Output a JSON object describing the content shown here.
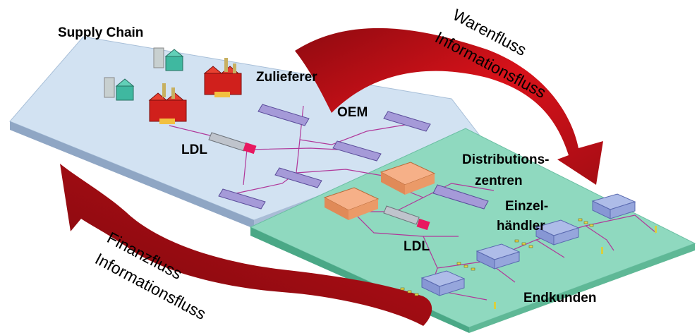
{
  "title": "Supply Chain",
  "labels": {
    "zulieferer": "Zulieferer",
    "oem": "OEM",
    "ldl_top": "LDL",
    "distributionszentren_1": "Distributions-",
    "distributionszentren_2": "zentren",
    "einzelhaendler_1": "Einzel-",
    "einzelhaendler_2": "händler",
    "ldl_bottom": "LDL",
    "endkunden": "Endkunden"
  },
  "flows": {
    "top_line1": "Warenfluss",
    "top_line2": "Informationsfluss",
    "bottom_line1": "Finanzfluss",
    "bottom_line2": "Informationsfluss"
  },
  "colors": {
    "upper_platform": "#d2e2f2",
    "lower_platform": "#8fd9bf",
    "arrow": "#d8121a",
    "links": "#b0389a"
  }
}
